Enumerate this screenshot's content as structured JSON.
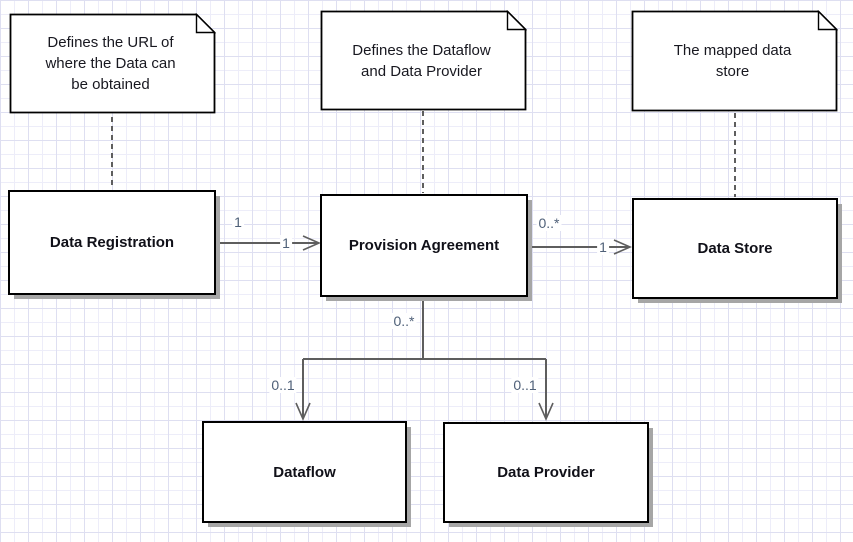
{
  "notes": {
    "registration": {
      "text": "Defines the URL of\nwhere the Data can\nbe obtained"
    },
    "agreement": {
      "text": "Defines the Dataflow\nand Data Provider"
    },
    "store": {
      "text": "The mapped data\nstore"
    }
  },
  "entities": {
    "data_registration": {
      "label": "Data Registration"
    },
    "provision_agreement": {
      "label": "Provision Agreement"
    },
    "data_store": {
      "label": "Data Store"
    },
    "dataflow": {
      "label": "Dataflow"
    },
    "data_provider": {
      "label": "Data Provider"
    }
  },
  "connections": {
    "registration_agreement": {
      "source": "1",
      "target": "1"
    },
    "agreement_store": {
      "source": "0..*",
      "target": "1"
    },
    "agreement_children": {
      "source": "0..*",
      "dataflow_target": "0..1",
      "provider_target": "0..1"
    }
  },
  "colors": {
    "entity_border": "#000000",
    "entity_shadow": "#a6a6a6",
    "connector": "#5e5e5e",
    "multiplicity_text": "#4f6078",
    "grid_minor": "#ededf9",
    "grid_major": "#dedff1"
  }
}
